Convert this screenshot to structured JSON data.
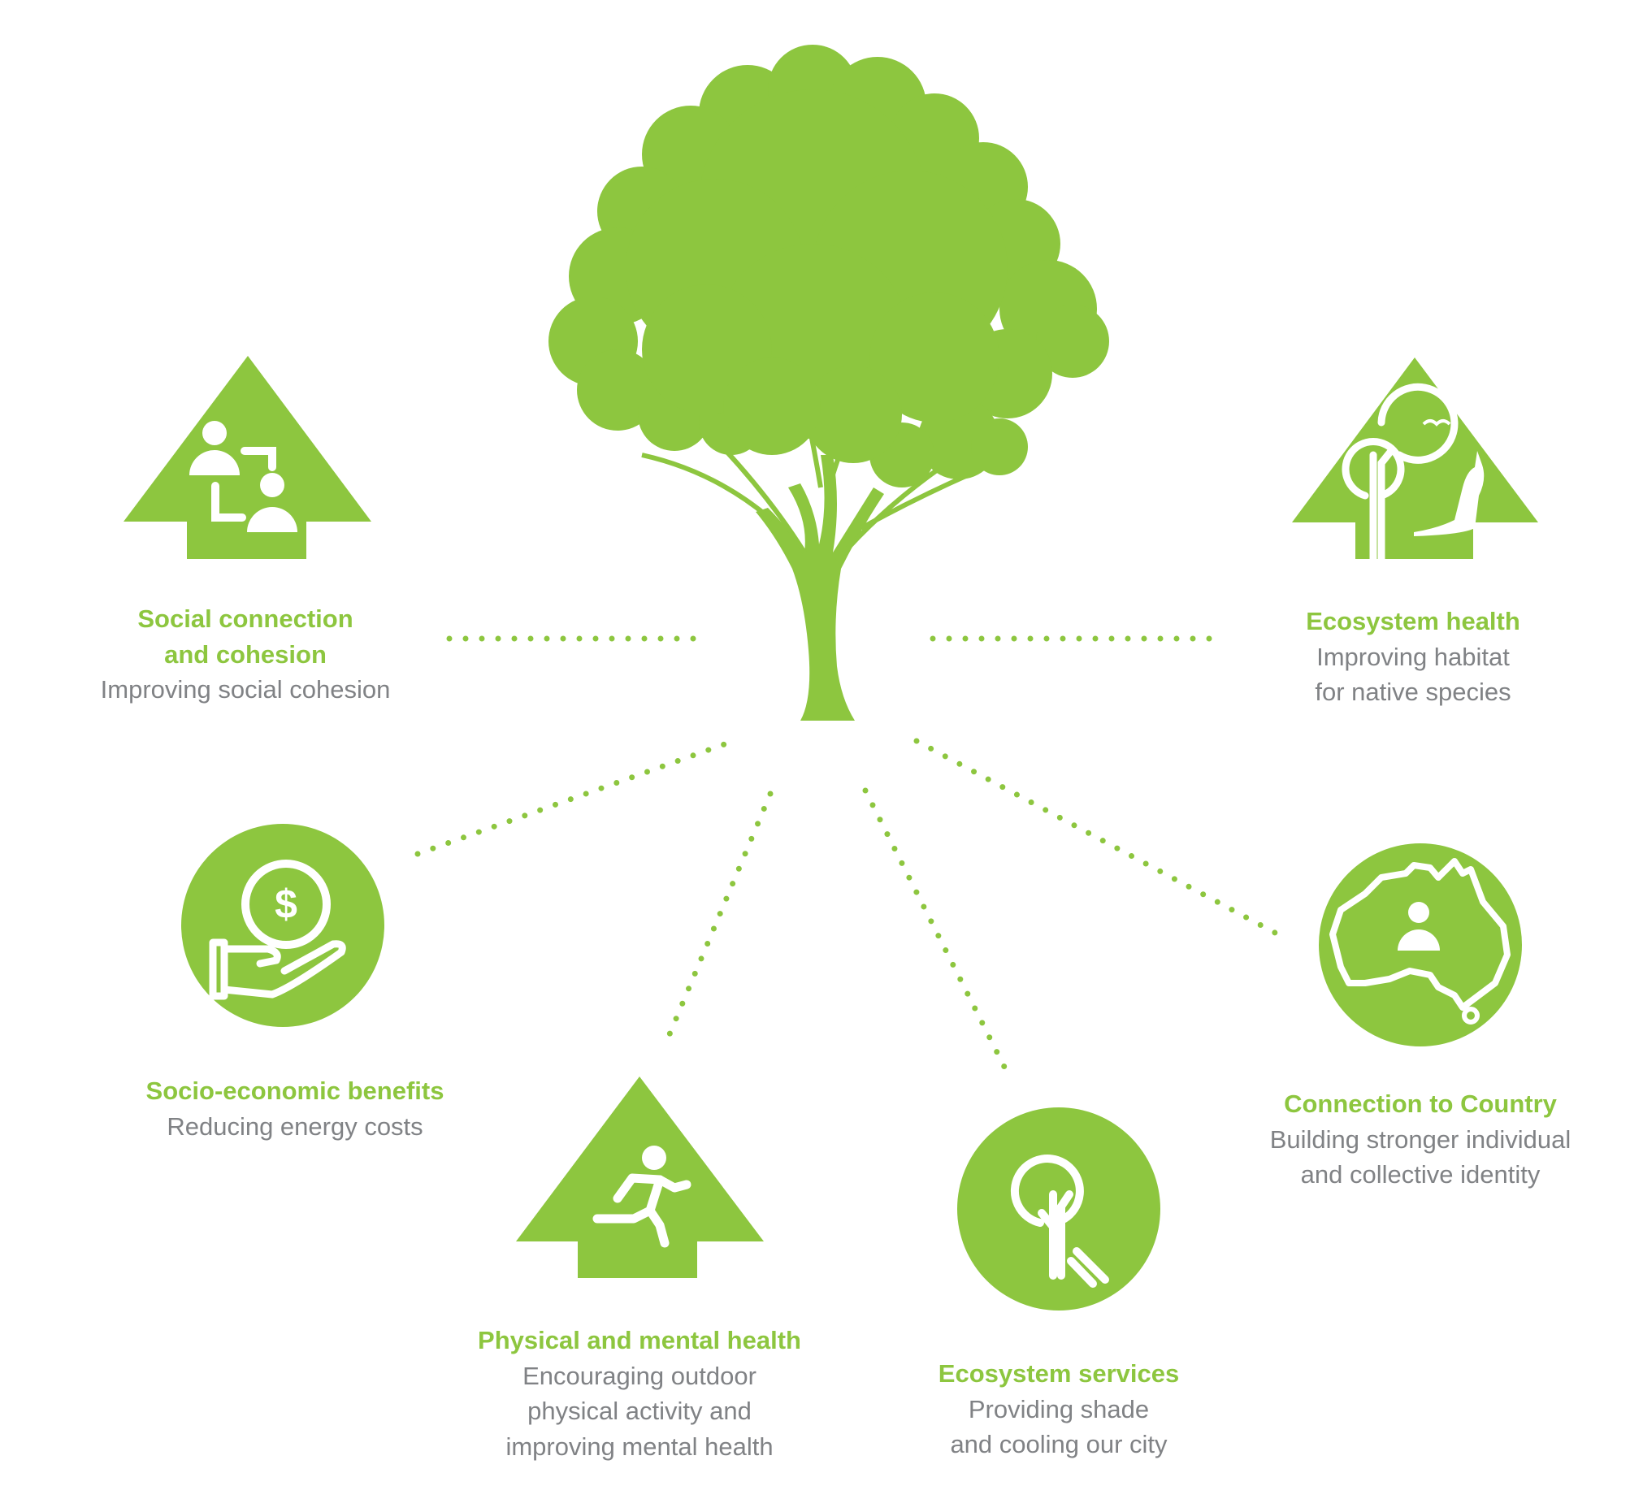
{
  "colors": {
    "accent": "#8dc63f",
    "text_gray": "#808285"
  },
  "center": {
    "icon": "tree-icon"
  },
  "benefits": [
    {
      "id": "social",
      "icon": "people-connection-icon",
      "shape": "arrow",
      "title": [
        "Social connection",
        "and cohesion"
      ],
      "description": [
        "Improving social cohesion"
      ]
    },
    {
      "id": "ecosystem-health",
      "icon": "tree-kangaroo-icon",
      "shape": "arrow",
      "title": [
        "Ecosystem health"
      ],
      "description": [
        "Improving habitat",
        "for native species"
      ]
    },
    {
      "id": "socio-economic",
      "icon": "hand-coin-icon",
      "shape": "circle",
      "title": [
        "Socio-economic benefits"
      ],
      "description": [
        "Reducing energy costs"
      ]
    },
    {
      "id": "physical-mental",
      "icon": "running-person-icon",
      "shape": "arrow",
      "title": [
        "Physical and mental health"
      ],
      "description": [
        "Encouraging outdoor",
        "physical activity and",
        "improving mental health"
      ]
    },
    {
      "id": "ecosystem-services",
      "icon": "tree-shade-icon",
      "shape": "circle",
      "title": [
        "Ecosystem services"
      ],
      "description": [
        "Providing shade",
        "and cooling our city"
      ]
    },
    {
      "id": "country",
      "icon": "australia-person-icon",
      "shape": "circle",
      "title": [
        "Connection to Country"
      ],
      "description": [
        "Building stronger individual",
        "and collective identity"
      ]
    }
  ]
}
